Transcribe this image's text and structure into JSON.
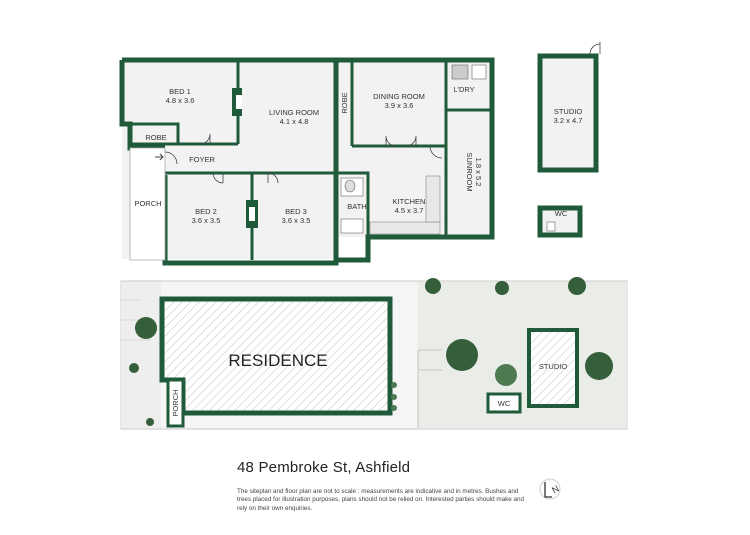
{
  "floor_plan": {
    "rooms": [
      {
        "name": "BED 1",
        "size": "4.8 x 3.6"
      },
      {
        "name": "LIVING ROOM",
        "size": "4.1 x 4.8"
      },
      {
        "name": "DINING ROOM",
        "size": "3.9 x 3.6"
      },
      {
        "name": "L'DRY",
        "size": ""
      },
      {
        "name": "STUDIO",
        "size": "3.2 x 4.7"
      },
      {
        "name": "ROBE",
        "size": ""
      },
      {
        "name": "ROBE",
        "size": ""
      },
      {
        "name": "FOYER",
        "size": ""
      },
      {
        "name": "PORCH",
        "size": ""
      },
      {
        "name": "BED 2",
        "size": "3.6 x 3.5"
      },
      {
        "name": "BED 3",
        "size": "3.6 x 3.5"
      },
      {
        "name": "BATH",
        "size": ""
      },
      {
        "name": "KITCHEN",
        "size": "4.5 x 3.7"
      },
      {
        "name": "SUNROOM",
        "size": "1.8 x 5.2"
      },
      {
        "name": "WC",
        "size": ""
      }
    ]
  },
  "site_plan": {
    "residence_label": "RESIDENCE",
    "porch_label": "PORCH",
    "studio_label": "STUDIO",
    "wc_label": "WC"
  },
  "caption": "48 Pembroke St, Ashfield",
  "disclaimer": "The siteplan and floor plan are not to scale : measurements are indicative and in metres. Bushes and trees placed for illustration purposes, plans should not be relied on. Interested parties should make and rely on their own enquiries.",
  "compass": "N",
  "colors": {
    "wall": "#1f5a3a",
    "floor": "#f2f2f2",
    "site_grass": "#e9ece7",
    "tree": "#355e3b"
  }
}
